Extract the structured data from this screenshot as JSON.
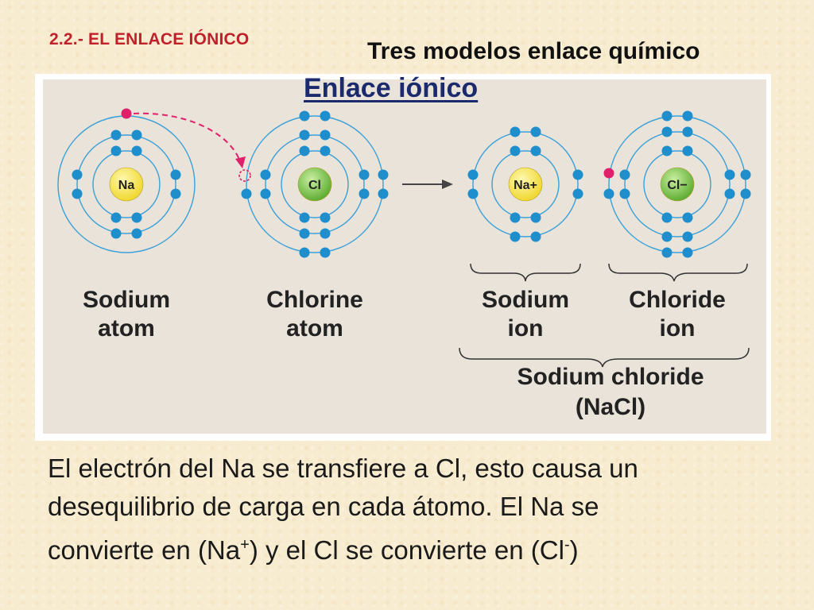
{
  "section_label": "2.2.- EL ENLACE IÓNICO",
  "slide_title": "Tres modelos enlace químico",
  "figure": {
    "heading": "Enlace iónico",
    "colors": {
      "electron": "#1e8ecc",
      "transferred_electron": "#e0206a",
      "sodium_nucleus": "#f3e14a",
      "chlorine_nucleus": "#7cc24a",
      "orbit": "#3aa0d8"
    },
    "atoms": [
      {
        "nucleus": "Na",
        "label_line1": "Sodium",
        "label_line2": "atom"
      },
      {
        "nucleus": "Cl",
        "label_line1": "Chlorine",
        "label_line2": "atom"
      },
      {
        "nucleus": "Na+",
        "label_line1": "Sodium",
        "label_line2": "ion"
      },
      {
        "nucleus": "Cl−",
        "label_line1": "Chloride",
        "label_line2": "ion"
      }
    ],
    "compound_line1": "Sodium chloride",
    "compound_line2": "(NaCl)"
  },
  "caption": {
    "line1": "El electrón del Na se transfiere a Cl, esto causa un",
    "line2": "desequilibrio de carga en cada átomo. El Na se",
    "line3_a": "convierte en (Na",
    "line3_sup1": "+",
    "line3_b": ") y el Cl se convierte en (Cl",
    "line3_sup2": "-",
    "line3_c": ")"
  }
}
